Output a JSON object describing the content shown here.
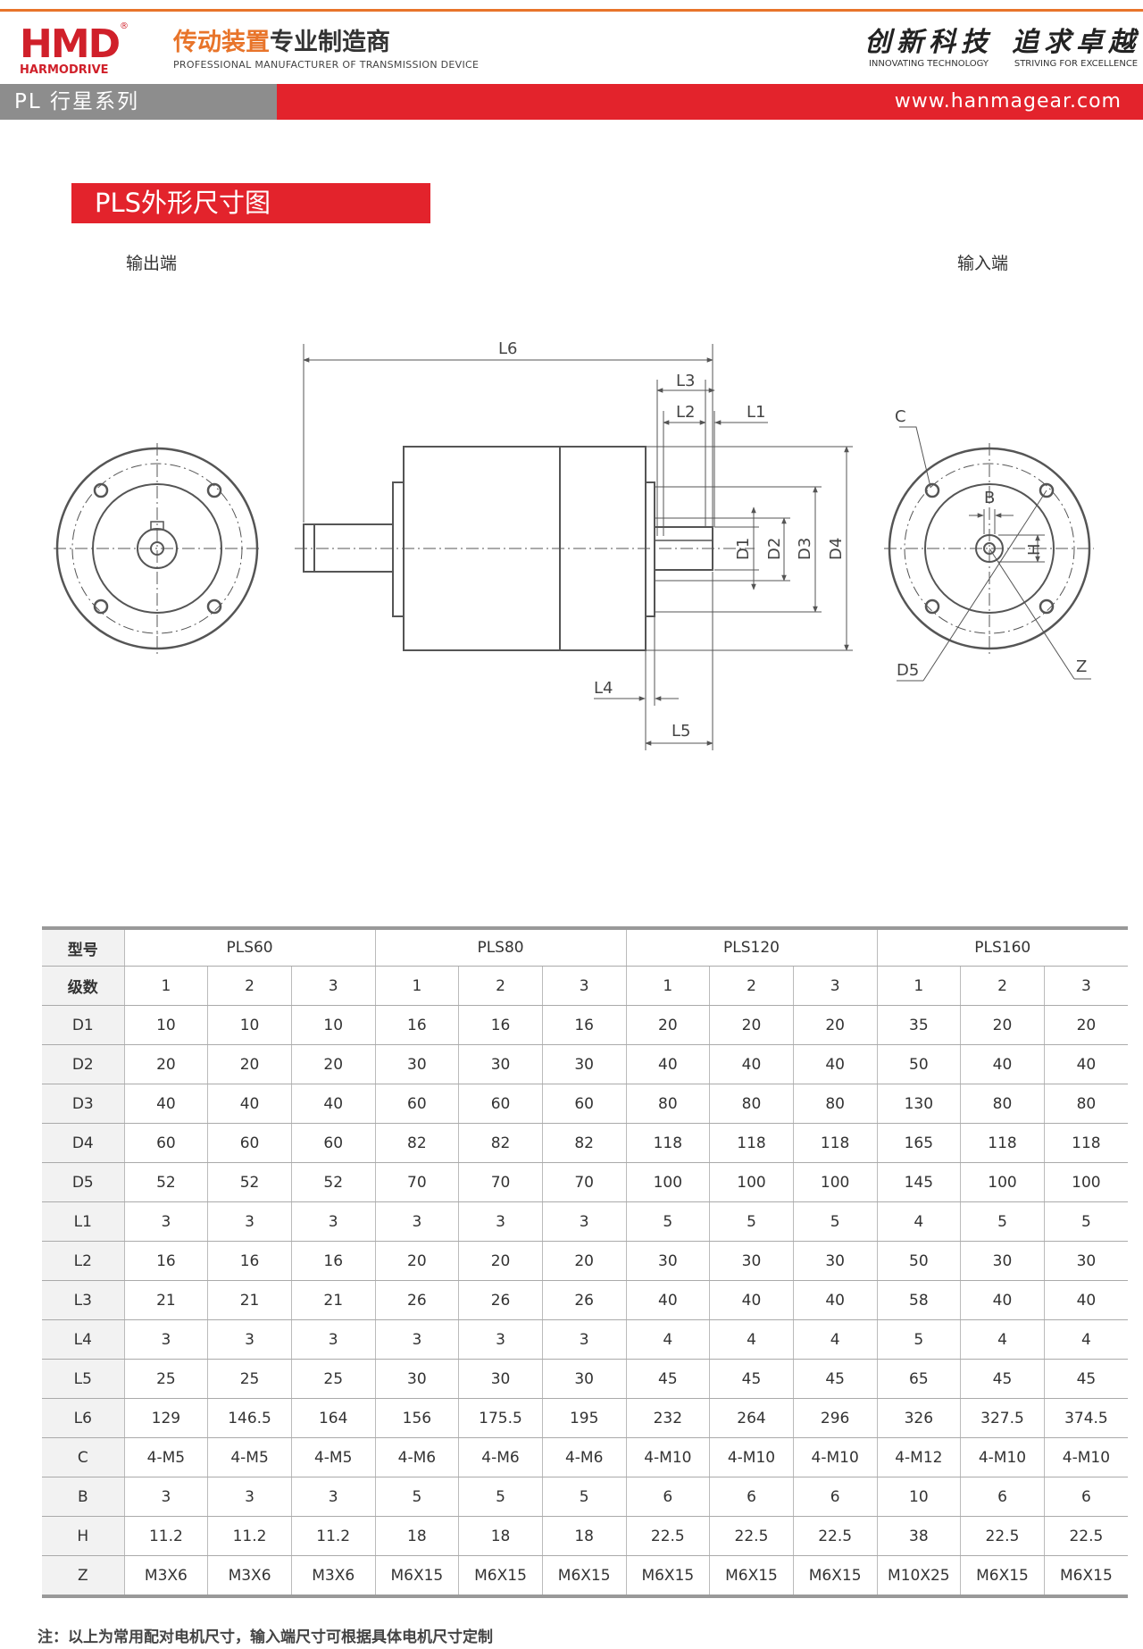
{
  "header": {
    "logo_main": "HMD",
    "logo_sub": "HARMODRIVE",
    "logo_reg": "®",
    "company_cn_part1": "传动装置",
    "company_cn_part2": "专业制造商",
    "company_en": "PROFESSIONAL MANUFACTURER OF TRANSMISSION DEVICE",
    "slogan1_cn": "创新科技",
    "slogan1_en": "INNOVATING TECHNOLOGY",
    "slogan2_cn": "追求卓越",
    "slogan2_en": "STRIVING FOR EXCELLENCE",
    "series": "PL 行星系列",
    "url": "www.hanmagear.com"
  },
  "section": {
    "title": "PLS外形尺寸图"
  },
  "drawing": {
    "output_label": "输出端",
    "input_label": "输入端",
    "dims": {
      "L6": "L6",
      "L3": "L3",
      "L2": "L2",
      "L1": "L1",
      "L4": "L4",
      "L5": "L5",
      "D1": "D1",
      "D2": "D2",
      "D3": "D3",
      "D4": "D4",
      "D5": "D5",
      "C": "C",
      "B": "B",
      "H": "H",
      "Z": "Z"
    }
  },
  "table": {
    "model_header": "型号",
    "models": [
      "PLS60",
      "PLS80",
      "PLS120",
      "PLS160"
    ],
    "stage_header": "级数",
    "stages": [
      "1",
      "2",
      "3",
      "1",
      "2",
      "3",
      "1",
      "2",
      "3",
      "1",
      "2",
      "3"
    ],
    "rows": [
      {
        "name": "D1",
        "values": [
          "10",
          "10",
          "10",
          "16",
          "16",
          "16",
          "20",
          "20",
          "20",
          "35",
          "20",
          "20"
        ]
      },
      {
        "name": "D2",
        "values": [
          "20",
          "20",
          "20",
          "30",
          "30",
          "30",
          "40",
          "40",
          "40",
          "50",
          "40",
          "40"
        ]
      },
      {
        "name": "D3",
        "values": [
          "40",
          "40",
          "40",
          "60",
          "60",
          "60",
          "80",
          "80",
          "80",
          "130",
          "80",
          "80"
        ]
      },
      {
        "name": "D4",
        "values": [
          "60",
          "60",
          "60",
          "82",
          "82",
          "82",
          "118",
          "118",
          "118",
          "165",
          "118",
          "118"
        ]
      },
      {
        "name": "D5",
        "values": [
          "52",
          "52",
          "52",
          "70",
          "70",
          "70",
          "100",
          "100",
          "100",
          "145",
          "100",
          "100"
        ]
      },
      {
        "name": "L1",
        "values": [
          "3",
          "3",
          "3",
          "3",
          "3",
          "3",
          "5",
          "5",
          "5",
          "4",
          "5",
          "5"
        ]
      },
      {
        "name": "L2",
        "values": [
          "16",
          "16",
          "16",
          "20",
          "20",
          "20",
          "30",
          "30",
          "30",
          "50",
          "30",
          "30"
        ]
      },
      {
        "name": "L3",
        "values": [
          "21",
          "21",
          "21",
          "26",
          "26",
          "26",
          "40",
          "40",
          "40",
          "58",
          "40",
          "40"
        ]
      },
      {
        "name": "L4",
        "values": [
          "3",
          "3",
          "3",
          "3",
          "3",
          "3",
          "4",
          "4",
          "4",
          "5",
          "4",
          "4"
        ]
      },
      {
        "name": "L5",
        "values": [
          "25",
          "25",
          "25",
          "30",
          "30",
          "30",
          "45",
          "45",
          "45",
          "65",
          "45",
          "45"
        ]
      },
      {
        "name": "L6",
        "values": [
          "129",
          "146.5",
          "164",
          "156",
          "175.5",
          "195",
          "232",
          "264",
          "296",
          "326",
          "327.5",
          "374.5"
        ]
      },
      {
        "name": "C",
        "values": [
          "4-M5",
          "4-M5",
          "4-M5",
          "4-M6",
          "4-M6",
          "4-M6",
          "4-M10",
          "4-M10",
          "4-M10",
          "4-M12",
          "4-M10",
          "4-M10"
        ]
      },
      {
        "name": "B",
        "values": [
          "3",
          "3",
          "3",
          "5",
          "5",
          "5",
          "6",
          "6",
          "6",
          "10",
          "6",
          "6"
        ]
      },
      {
        "name": "H",
        "values": [
          "11.2",
          "11.2",
          "11.2",
          "18",
          "18",
          "18",
          "22.5",
          "22.5",
          "22.5",
          "38",
          "22.5",
          "22.5"
        ]
      },
      {
        "name": "Z",
        "values": [
          "M3X6",
          "M3X6",
          "M3X6",
          "M6X15",
          "M6X15",
          "M6X15",
          "M6X15",
          "M6X15",
          "M6X15",
          "M10X25",
          "M6X15",
          "M6X15"
        ]
      }
    ]
  },
  "footnote": "注：以上为常用配对电机尺寸，输入端尺寸可根据具体电机尺寸定制",
  "colors": {
    "brand_red": "#e3232c",
    "accent_orange": "#e8742a",
    "banner_grey": "#8d8d8d"
  }
}
